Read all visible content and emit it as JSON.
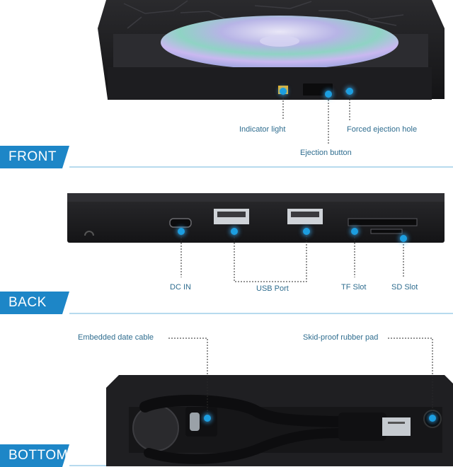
{
  "sections": {
    "front": {
      "title": "FRONT",
      "callouts": {
        "indicator": "Indicator light",
        "ejection_button": "Ejection button",
        "forced_ejection": "Forced ejection hole"
      }
    },
    "back": {
      "title": "BACK",
      "callouts": {
        "dc_in": "DC IN",
        "usb_port": "USB Port",
        "tf_slot": "TF Slot",
        "sd_slot": "SD Slot"
      }
    },
    "bottom": {
      "title": "BOTTOM",
      "callouts": {
        "cable": "Embedded date cable",
        "rubber_pad": "Skid-proof rubber pad"
      }
    }
  },
  "colors": {
    "accent": "#1d86c7",
    "callout_dot": "#1c9ee0",
    "indicator_led": "#f5b21b",
    "device_body": "#1b1b1d"
  }
}
